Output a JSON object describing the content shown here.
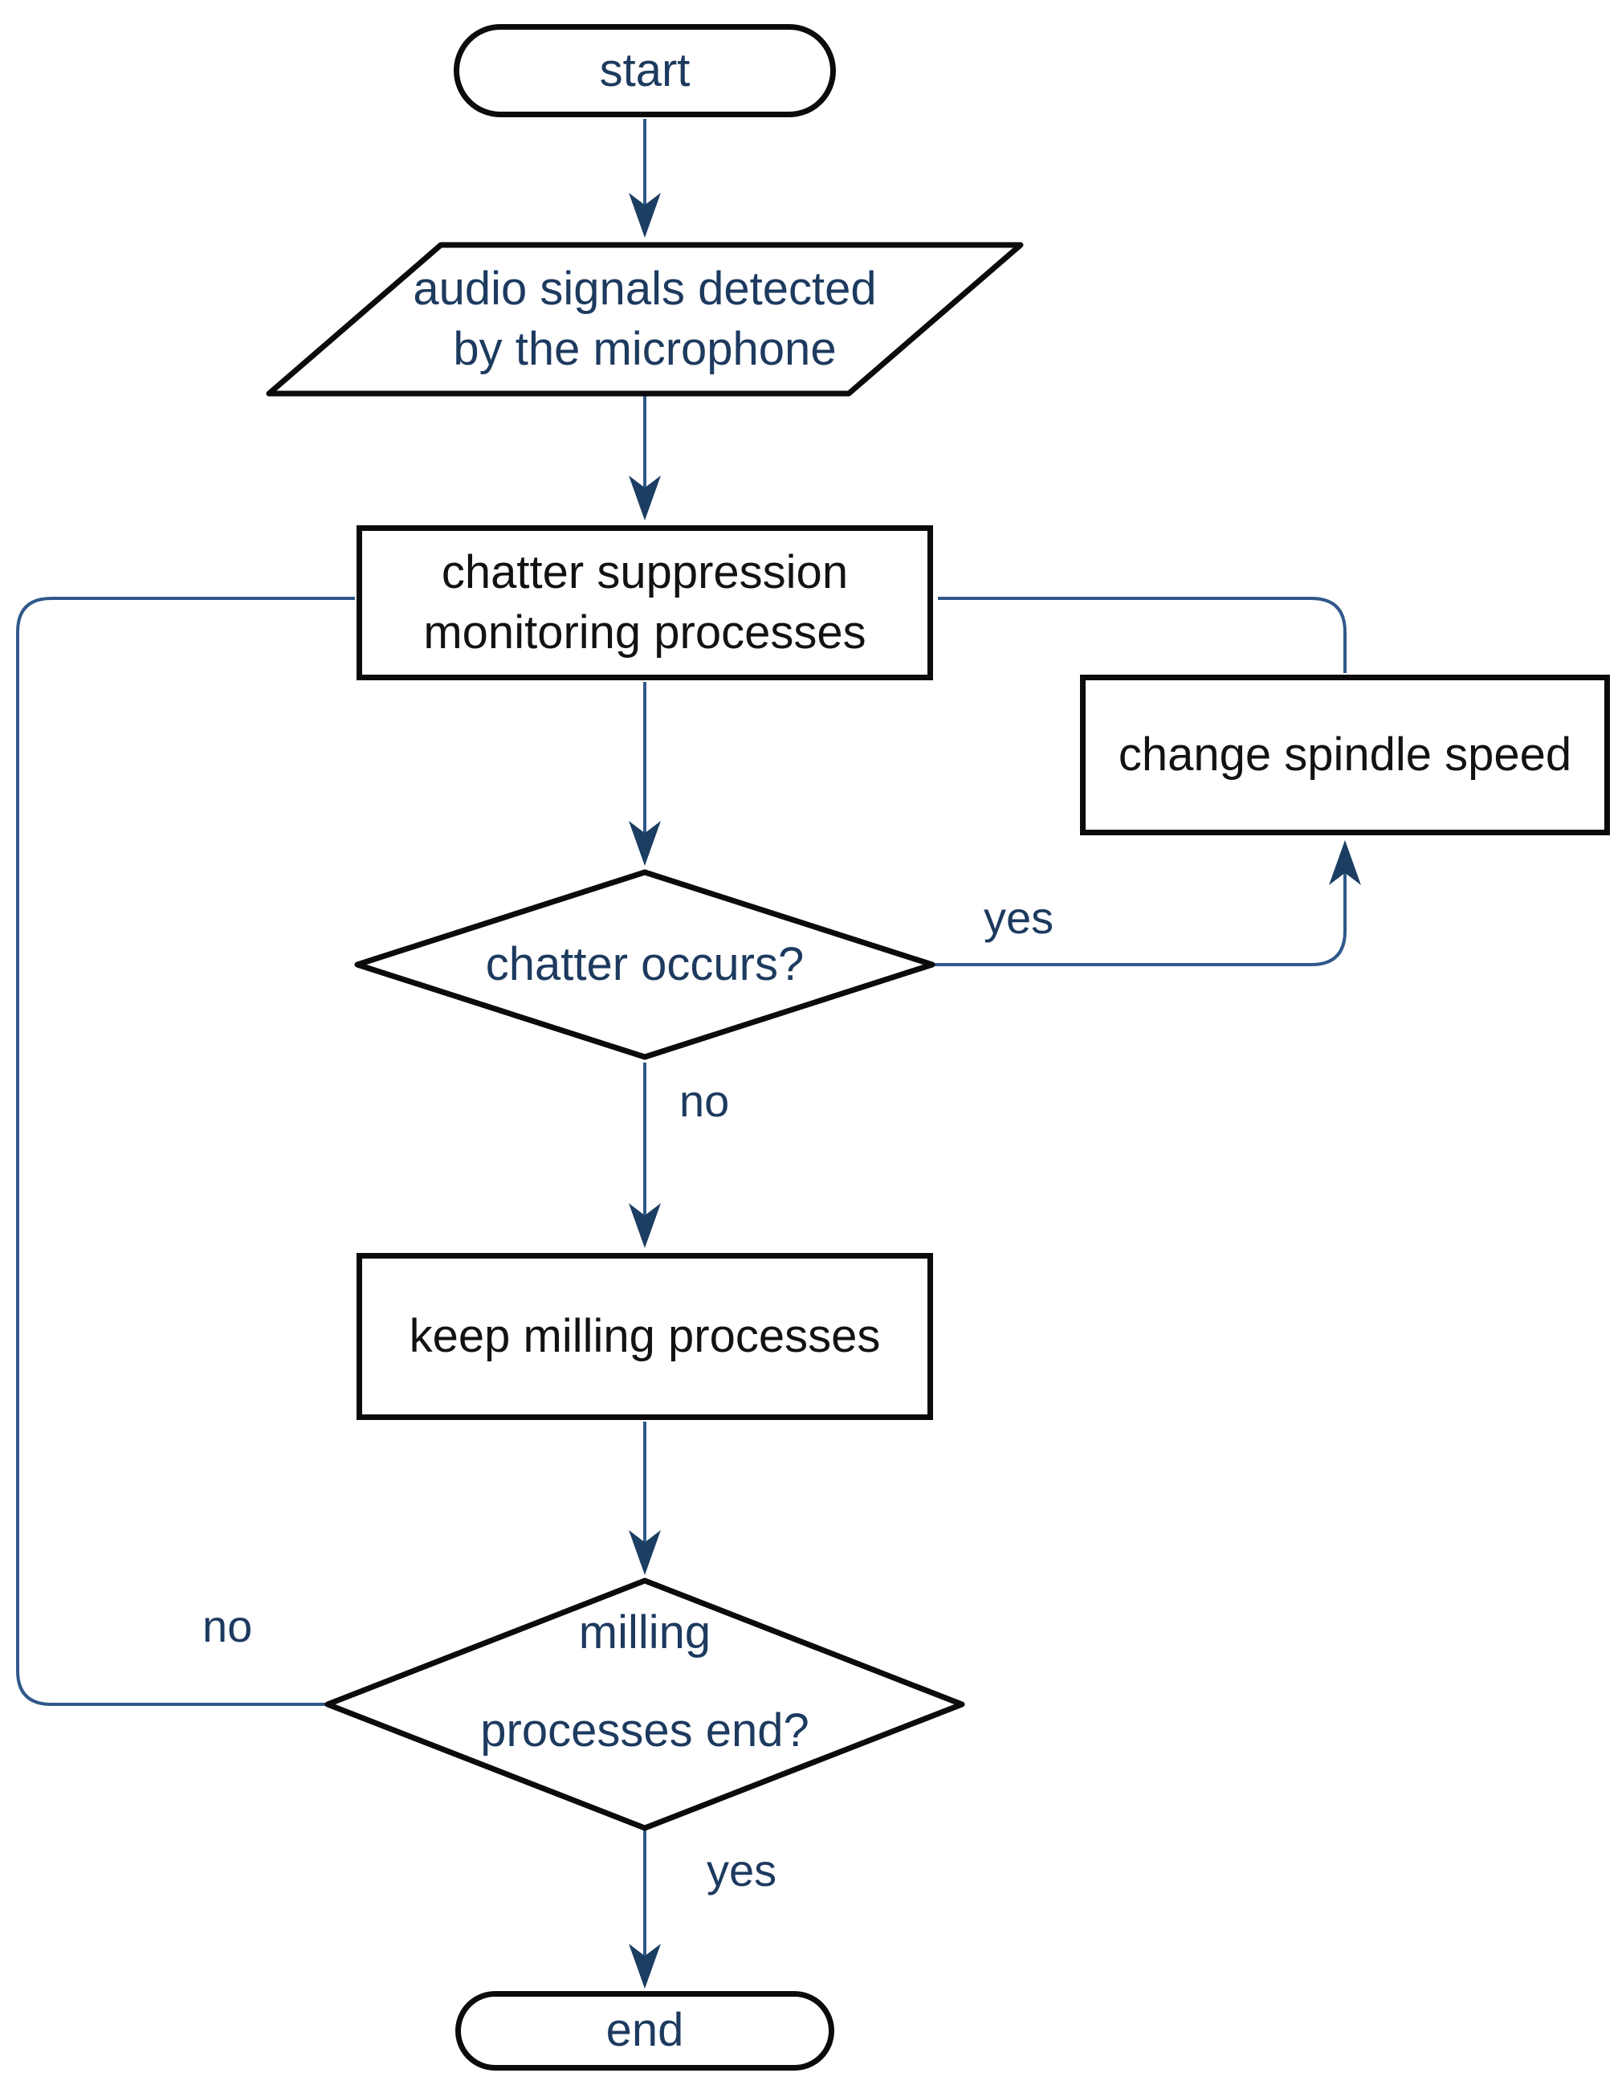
{
  "diagram_type": "flowchart",
  "nodes": {
    "start": {
      "shape": "terminator",
      "label": "start"
    },
    "audio_input": {
      "shape": "parallelogram",
      "line1": "audio signals detected",
      "line2": "by the microphone"
    },
    "monitoring": {
      "shape": "process",
      "line1": "chatter suppression",
      "line2": "monitoring processes"
    },
    "change_speed": {
      "shape": "process",
      "label": "change spindle speed"
    },
    "chatter_decision": {
      "shape": "decision",
      "label": "chatter occurs?"
    },
    "keep_milling": {
      "shape": "process",
      "label": "keep milling processes"
    },
    "end_decision": {
      "shape": "decision",
      "line1": "milling",
      "line2": "processes end?"
    },
    "end": {
      "shape": "terminator",
      "label": "end"
    }
  },
  "edge_labels": {
    "chatter_yes": "yes",
    "chatter_no": "no",
    "milling_no": "no",
    "milling_yes": "yes"
  },
  "colors": {
    "connector_line": "#30598a",
    "arrowhead": "#1c3e63",
    "shape_border": "#0b0b0b",
    "blue_text": "#1d3a5f",
    "black_text": "#121212",
    "background": "#ffffff"
  }
}
